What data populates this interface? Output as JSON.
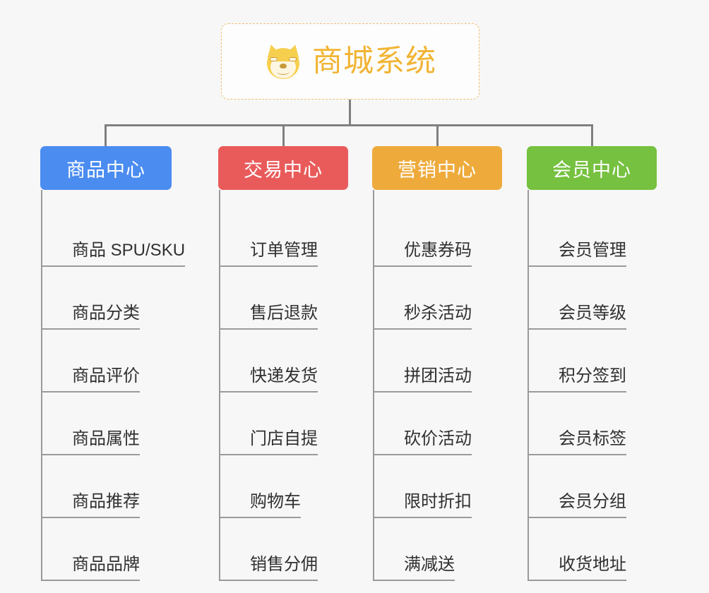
{
  "page": {
    "background_color": "#f7f7f7",
    "connector_color": "#808080",
    "item_line_color": "#9a9a9a",
    "item_text_color": "#303030"
  },
  "root": {
    "title": "商城系统",
    "icon": "shiba-dog-face-icon",
    "text_color": "#f1b434",
    "border_color": "#f0c070",
    "background_color": "#fdfdfd"
  },
  "columns": [
    {
      "header": "商品中心",
      "color": "#4a8cf0",
      "items": [
        "商品 SPU/SKU",
        "商品分类",
        "商品评价",
        "商品属性",
        "商品推荐",
        "商品品牌"
      ]
    },
    {
      "header": "交易中心",
      "color": "#e95b5b",
      "items": [
        "订单管理",
        "售后退款",
        "快递发货",
        "门店自提",
        "购物车",
        "销售分佣"
      ]
    },
    {
      "header": "营销中心",
      "color": "#eeab3c",
      "items": [
        "优惠券码",
        "秒杀活动",
        "拼团活动",
        "砍价活动",
        "限时折扣",
        "满减送"
      ]
    },
    {
      "header": "会员中心",
      "color": "#76c140",
      "items": [
        "会员管理",
        "会员等级",
        "积分签到",
        "会员标签",
        "会员分组",
        "收货地址"
      ]
    }
  ]
}
